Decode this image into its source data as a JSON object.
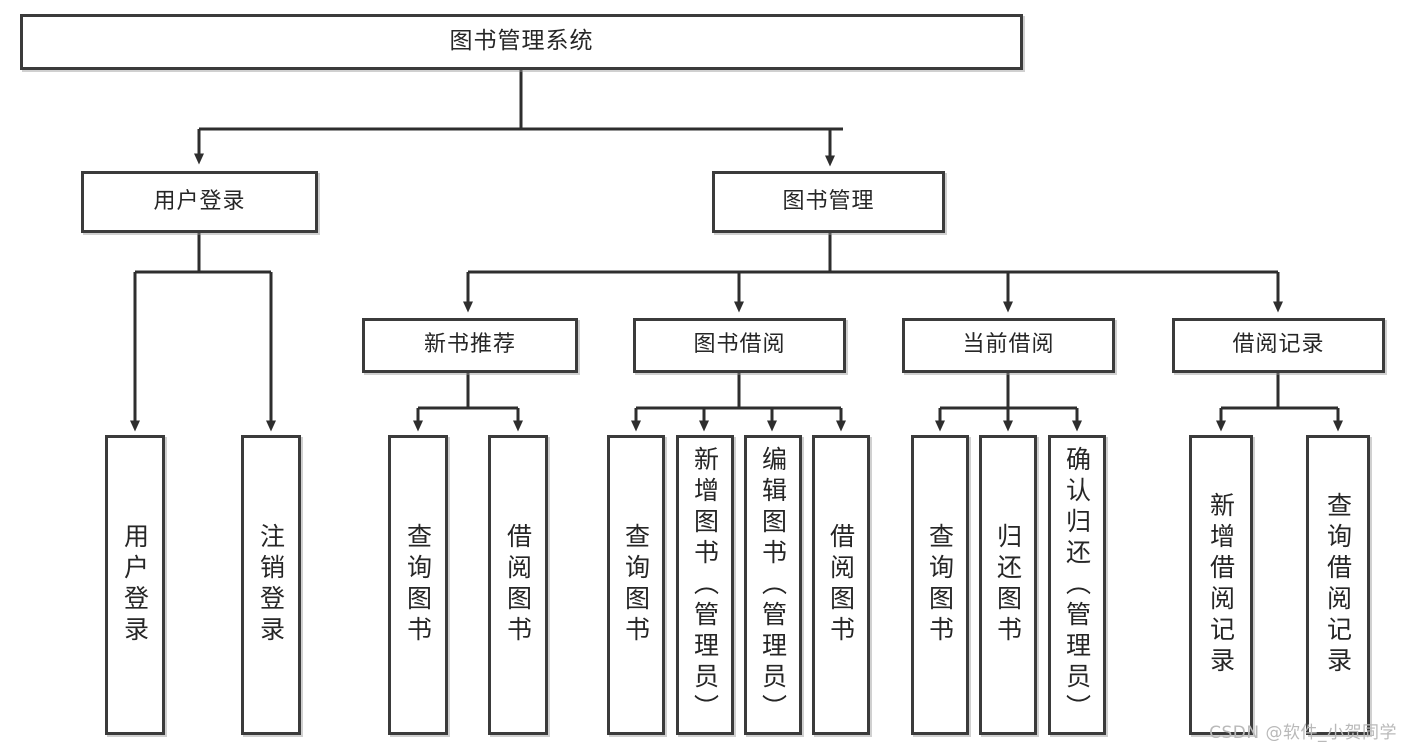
{
  "diagram": {
    "title": "图书管理系统",
    "type": "hierarchy-tree",
    "root": {
      "id": "root",
      "label": "图书管理系统"
    },
    "level2": [
      {
        "id": "user-login",
        "label": "用户登录"
      },
      {
        "id": "book-manage",
        "label": "图书管理"
      }
    ],
    "level3": [
      {
        "id": "new-book-recommend",
        "label": "新书推荐"
      },
      {
        "id": "book-borrow",
        "label": "图书借阅"
      },
      {
        "id": "current-borrow",
        "label": "当前借阅"
      },
      {
        "id": "borrow-record",
        "label": "借阅记录"
      }
    ],
    "leaves": {
      "user_login": [
        {
          "id": "leaf-user-login",
          "label": "用户登录"
        },
        {
          "id": "leaf-user-logout",
          "label": "注销登录"
        }
      ],
      "new_book_recommend": [
        {
          "id": "leaf-query-book-1",
          "label": "查询图书"
        },
        {
          "id": "leaf-borrow-book-1",
          "label": "借阅图书"
        }
      ],
      "book_borrow": [
        {
          "id": "leaf-query-book-2",
          "label": "查询图书"
        },
        {
          "id": "leaf-add-book",
          "label": "新增图书（管理员）"
        },
        {
          "id": "leaf-edit-book",
          "label": "编辑图书（管理员）"
        },
        {
          "id": "leaf-borrow-book-2",
          "label": "借阅图书"
        }
      ],
      "current_borrow": [
        {
          "id": "leaf-query-book-3",
          "label": "查询图书"
        },
        {
          "id": "leaf-return-book",
          "label": "归还图书"
        },
        {
          "id": "leaf-confirm-return",
          "label": "确认归还（管理员）"
        }
      ],
      "borrow_record": [
        {
          "id": "leaf-add-record",
          "label": "新增借阅记录"
        },
        {
          "id": "leaf-query-record",
          "label": "查询借阅记录"
        }
      ]
    }
  },
  "watermark": {
    "text": "CSDN @软件_小贺同学"
  },
  "colors": {
    "background": "#ffffff",
    "border": "#3b3b3b",
    "connector": "#2e2e2e",
    "text": "#262626",
    "watermark": "#b9b9b9"
  }
}
